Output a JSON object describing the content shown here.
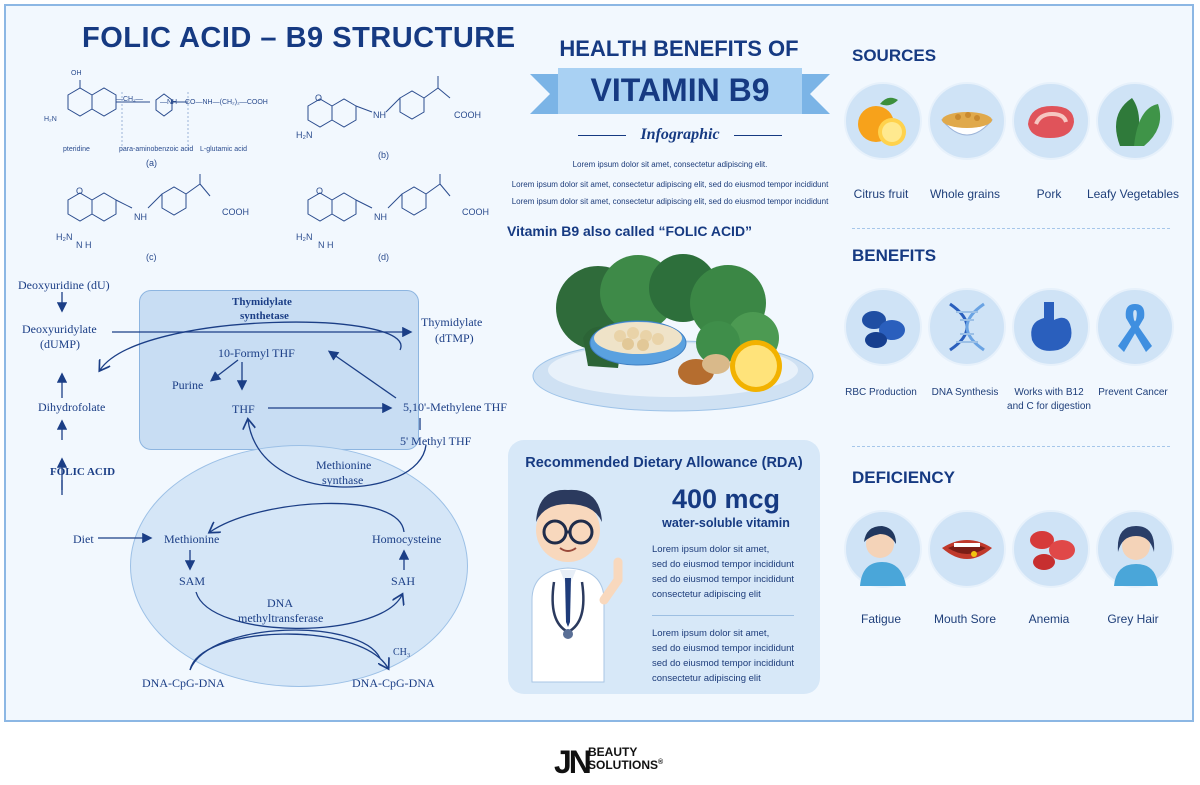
{
  "structure": {
    "title": "FOLIC ACID – B9 STRUCTURE",
    "labels_a": [
      "pteridine",
      "para-aminobenzoic acid",
      "L-glutamic acid"
    ],
    "sub_labels": [
      "(a)",
      "(b)",
      "(c)",
      "(d)"
    ],
    "atoms_a": {
      "oh": "OH",
      "h2n": "H₂N",
      "n": "N",
      "chain": "—CH₂—",
      "nh": "—NH—",
      "co": "—CO—NH—(CH₂)₂—COOH"
    },
    "atom_o": "O",
    "atom_h2n": "H₂N",
    "atom_nh": "NH",
    "atom_cooh": "COOH",
    "atom_n_h": "N H"
  },
  "pathway": {
    "deoxyuridine": "Deoxyuridine (dU)",
    "deoxyuridylate": "Deoxyuridylate",
    "dump": "(dUMP)",
    "thymidylate_synthetase": [
      "Thymidylate",
      "synthetase"
    ],
    "thymidylate": "Thymidylate",
    "dtmp": "(dTMP)",
    "formyl_thf": "10-Formyl THF",
    "purine": "Purine",
    "thf": "THF",
    "methylene_thf": "5,10'-Methylene THF",
    "dihydrofolate": "Dihydrofolate",
    "methyl_thf": "5' Methyl THF",
    "folic_acid": "FOLIC ACID",
    "methionine_synthase": [
      "Methionine",
      "synthase"
    ],
    "diet": "Diet",
    "methionine": "Methionine",
    "homocysteine": "Homocysteine",
    "sam": "SAM",
    "sah": "SAH",
    "dna_methyltransferase": [
      "DNA",
      "methyltransferase"
    ],
    "ch3": "CH₃",
    "dna_left": "DNA-CpG-DNA",
    "dna_right": "DNA-CpG-DNA"
  },
  "center": {
    "heading": "HEALTH BENEFITS OF",
    "banner": "VITAMIN B9",
    "subtitle": "Infographic",
    "lorem": [
      "Lorem ipsum dolor sit amet, consectetur adipiscing elit.",
      "Lorem ipsum dolor sit amet, consectetur adipiscing elit, sed do eiusmod tempor incididunt",
      "Lorem ipsum dolor sit amet, consectetur adipiscing elit, sed do eiusmod tempor incididunt"
    ],
    "also_called": "Vitamin B9 also called “FOLIC ACID”"
  },
  "rda": {
    "title": "Recommended Dietary Allowance (RDA)",
    "amount": "400 mcg",
    "desc": "water-soluble vitamin",
    "para1": [
      "Lorem ipsum dolor sit amet,",
      "sed do eiusmod tempor incididunt",
      "sed do eiusmod tempor incididunt",
      "consectetur adipiscing elit"
    ],
    "para2": [
      "Lorem ipsum dolor sit amet,",
      "sed do eiusmod tempor incididunt",
      "sed do eiusmod tempor incididunt",
      "consectetur adipiscing elit"
    ]
  },
  "sources": {
    "title": "SOURCES",
    "items": [
      "Citrus fruit",
      "Whole grains",
      "Pork",
      "Leafy Vegetables"
    ]
  },
  "benefits": {
    "title": "BENEFITS",
    "items": [
      "RBC Production",
      "DNA Synthesis",
      "Works with B12\nand C for digestion",
      "Prevent Cancer"
    ]
  },
  "deficiency": {
    "title": "DEFICIENCY",
    "items": [
      "Fatigue",
      "Mouth Sore",
      "Anemia",
      "Grey Hair"
    ]
  },
  "brand": {
    "jn": "JN",
    "line1": "BEAUTY",
    "line2": "SOLUTIONS",
    "reg": "®"
  },
  "colors": {
    "primary": "#163a82",
    "light_blue": "#cfe3f6",
    "banner": "#9ccaef",
    "background": "#f2f8fe"
  }
}
